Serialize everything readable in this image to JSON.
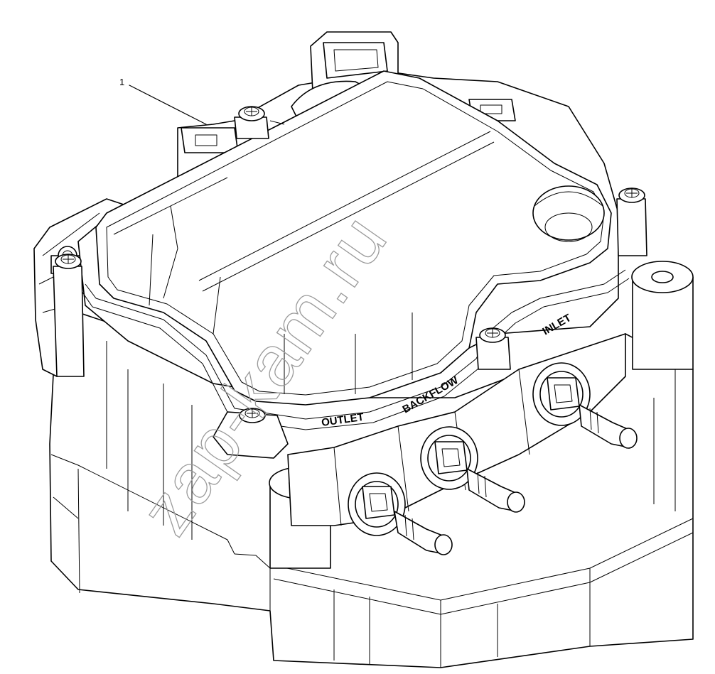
{
  "diagram": {
    "callout_number": "1",
    "port_labels": {
      "outlet": "OUTLET",
      "backflow": "BACKFLOW",
      "inlet": "INLET"
    },
    "watermark": "zap-kam.ru"
  },
  "colors": {
    "line": "#000000",
    "fill": "#ffffff",
    "watermark": "#9a9a9a"
  }
}
